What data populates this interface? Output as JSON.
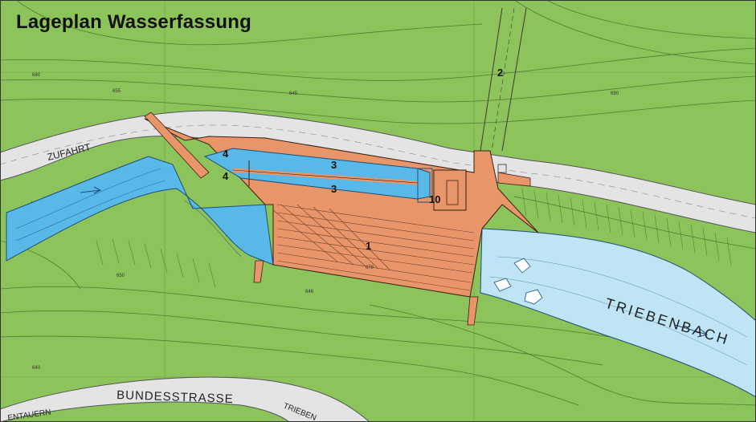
{
  "title": "Lageplan Wasserfassung",
  "labels": {
    "zufahrt": "ZUFAHRT",
    "triebenbach": "TRIEBENBACH",
    "bundesstrasse": "BUNDESSTRASSE",
    "tauern": "ENTAUERN",
    "trieben": "TRIEBEN"
  },
  "markers": {
    "m1": "1",
    "m2": "2",
    "m3a": "3",
    "m3b": "3",
    "m4a": "4",
    "m4b": "4",
    "m10": "10"
  },
  "colors": {
    "meadow": "#8cc35a",
    "structure": "#e8956a",
    "channel": "#58b8e8",
    "river": "#bfe4f5",
    "road": "#e4e4e4"
  }
}
